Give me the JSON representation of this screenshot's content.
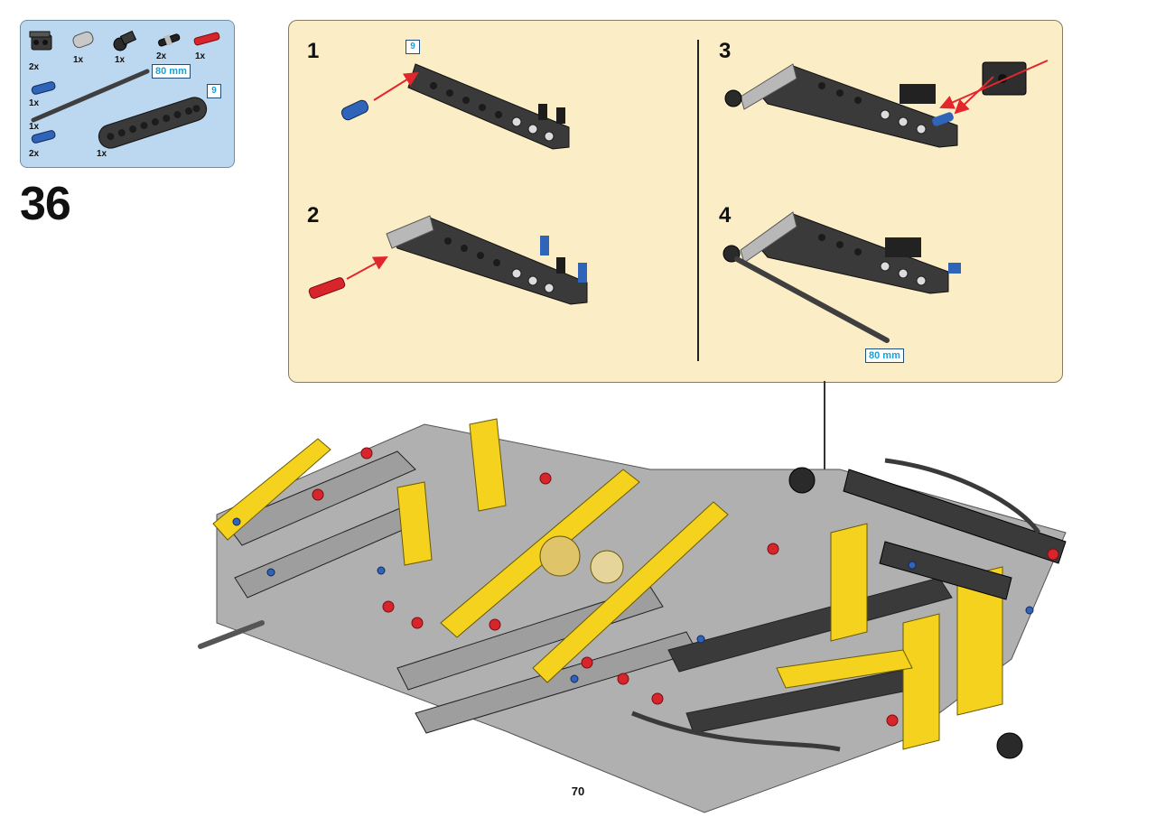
{
  "parts_list": {
    "items": [
      {
        "qty": "2x",
        "icon": "black-axle-connector-icon"
      },
      {
        "qty": "1x",
        "icon": "gray-pin-connector-icon"
      },
      {
        "qty": "1x",
        "icon": "black-ball-joint-icon"
      },
      {
        "qty": "2x",
        "icon": "black-friction-pin-icon"
      },
      {
        "qty": "1x",
        "icon": "red-axle-pin-icon"
      },
      {
        "qty": "1x",
        "icon": "blue-axle-pin-icon"
      },
      {
        "qty": "1x",
        "icon": "black-axle-icon"
      },
      {
        "qty": "2x",
        "icon": "blue-pin-icon"
      },
      {
        "qty": "1x",
        "icon": "black-beam-icon"
      }
    ],
    "axle_length_label": "80 mm",
    "beam_length_label": "9"
  },
  "step_number": "36",
  "sub_steps": {
    "s1": {
      "number": "1",
      "beam_length_label": "9"
    },
    "s2": {
      "number": "2"
    },
    "s3": {
      "number": "3"
    },
    "s4": {
      "number": "4",
      "axle_length_label": "80 mm"
    }
  },
  "page_number": "70",
  "colors": {
    "parts_box_bg": "#bcd8f0",
    "sub_panel_bg": "#fbedc6",
    "arrow_red": "#e3262c",
    "lego_black": "#3a3a3a",
    "lego_gray": "#a9a9a9",
    "lego_blue": "#2f64b8",
    "lego_red": "#d8242b",
    "lego_yellow": "#f4d21e",
    "label_blue": "#1aa0d8"
  }
}
